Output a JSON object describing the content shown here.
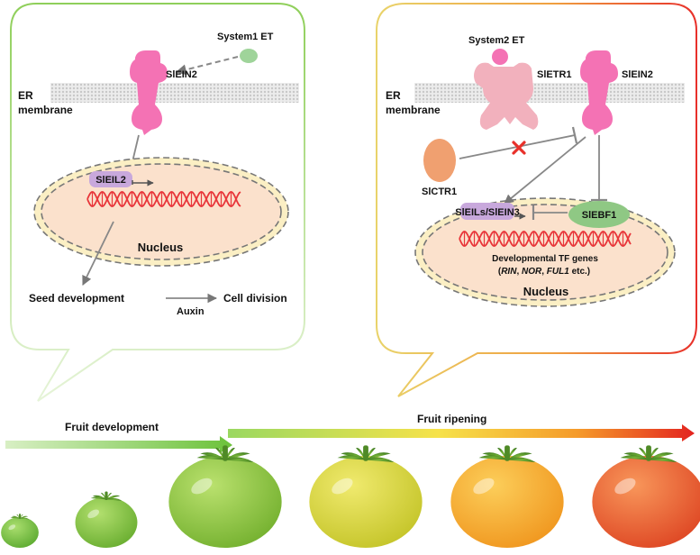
{
  "left_panel": {
    "signal": "System1 ET",
    "receptor": "SlEIN2",
    "membrane_line1": "ER",
    "membrane_line2": "membrane",
    "tf": "SlEIL2",
    "compartment": "Nucleus",
    "outcome": "Seed development",
    "mediator": "Auxin",
    "result": "Cell division"
  },
  "right_panel": {
    "signal": "System2 ET",
    "receptor1": "SlETR1",
    "receptor2": "SlEIN2",
    "membrane_line1": "ER",
    "membrane_line2": "membrane",
    "kinase": "SlCTR1",
    "tf": "SlEILs/SlEIN3",
    "fbox": "SlEBF1",
    "genes_line1": "Developmental TF genes",
    "genes_paren_open": "(",
    "gene1": "RIN",
    "gene_sep1": ", ",
    "gene2": "NOR",
    "gene_sep2": ", ",
    "gene3": "FUL1",
    "genes_suffix": " etc.)",
    "compartment": "Nucleus"
  },
  "stages": {
    "development": "Fruit development",
    "ripening": "Fruit ripening"
  },
  "colors": {
    "left_border": "#8fcf5a",
    "right_border": "#e8302a",
    "receptor": "#f472b4",
    "etr1": "#f2b1bd",
    "tf": "#c8a8dc",
    "ebf1": "#8fc884",
    "ctr1": "#f0a070",
    "system1_et": "#9fd49a",
    "dna": "#e8363a",
    "nucleus_fill": "#fbe1cc",
    "nucleus_ring": "#fbefc4"
  },
  "tomatoes": [
    {
      "ripeness": 0.0,
      "size": 0.2
    },
    {
      "ripeness": 0.05,
      "size": 0.33
    },
    {
      "ripeness": 0.1,
      "size": 0.6
    },
    {
      "ripeness": 0.45,
      "size": 0.6
    },
    {
      "ripeness": 0.75,
      "size": 0.6
    },
    {
      "ripeness": 1.0,
      "size": 0.6
    }
  ]
}
